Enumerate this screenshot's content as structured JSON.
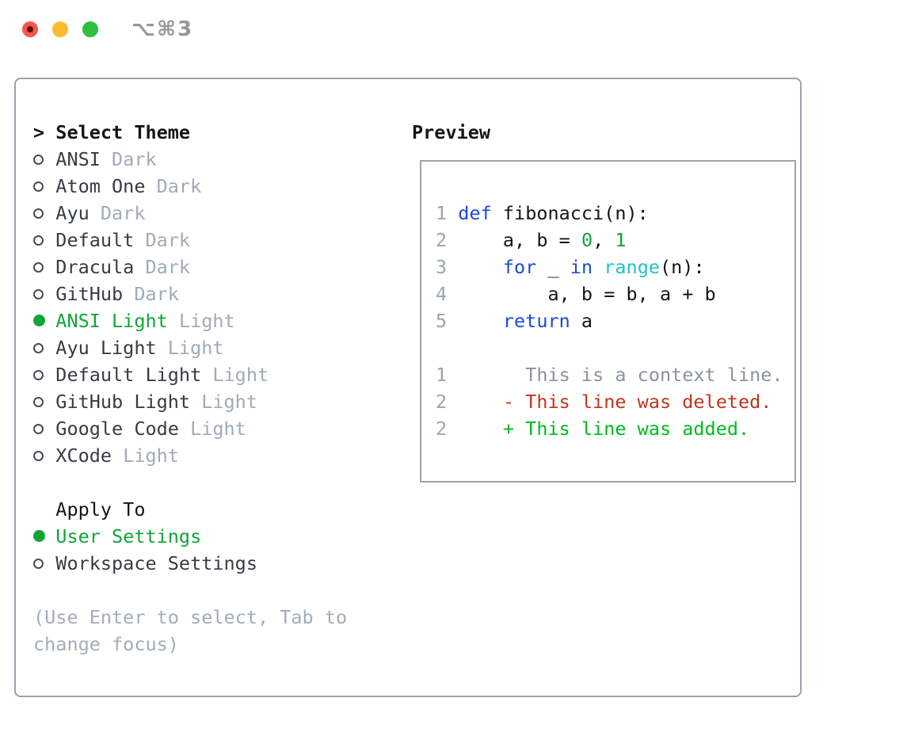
{
  "window": {
    "title": "⌥⌘3"
  },
  "titlebar": {
    "buttons": [
      {
        "name": "close",
        "color": "#f4564b"
      },
      {
        "name": "minimize",
        "color": "#fdbc2f"
      },
      {
        "name": "zoom",
        "color": "#2ebf3e"
      }
    ]
  },
  "theme_panel": {
    "cursor": ">",
    "header": "Select Theme",
    "items": [
      {
        "label": "ANSI",
        "variant": "Dark",
        "selected": false
      },
      {
        "label": "Atom One",
        "variant": "Dark",
        "selected": false
      },
      {
        "label": "Ayu",
        "variant": "Dark",
        "selected": false
      },
      {
        "label": "Default",
        "variant": "Dark",
        "selected": false
      },
      {
        "label": "Dracula",
        "variant": "Dark",
        "selected": false
      },
      {
        "label": "GitHub",
        "variant": "Dark",
        "selected": false
      },
      {
        "label": "ANSI Light",
        "variant": "Light",
        "selected": true
      },
      {
        "label": "Ayu Light",
        "variant": "Light",
        "selected": false
      },
      {
        "label": "Default Light",
        "variant": "Light",
        "selected": false
      },
      {
        "label": "GitHub Light",
        "variant": "Light",
        "selected": false
      },
      {
        "label": "Google Code",
        "variant": "Light",
        "selected": false
      },
      {
        "label": "XCode",
        "variant": "Light",
        "selected": false
      }
    ],
    "apply_header": "Apply To",
    "apply_options": [
      {
        "label": "User Settings",
        "selected": true
      },
      {
        "label": "Workspace Settings",
        "selected": false
      }
    ],
    "help": "(Use Enter to select, Tab to change focus)"
  },
  "preview": {
    "header": "Preview",
    "code_lines": [
      {
        "num": "1",
        "segments": [
          {
            "text": "def",
            "style": "kw"
          },
          {
            "text": " fibonacci(n):",
            "style": "plain"
          }
        ]
      },
      {
        "num": "2",
        "segments": [
          {
            "text": "    a, b = ",
            "style": "plain"
          },
          {
            "text": "0",
            "style": "lit"
          },
          {
            "text": ", ",
            "style": "plain"
          },
          {
            "text": "1",
            "style": "lit"
          }
        ]
      },
      {
        "num": "3",
        "segments": [
          {
            "text": "    ",
            "style": "plain"
          },
          {
            "text": "for",
            "style": "kw"
          },
          {
            "text": " _ ",
            "style": "plain"
          },
          {
            "text": "in",
            "style": "kw"
          },
          {
            "text": " ",
            "style": "plain"
          },
          {
            "text": "range",
            "style": "builtin"
          },
          {
            "text": "(n):",
            "style": "plain"
          }
        ]
      },
      {
        "num": "4",
        "segments": [
          {
            "text": "        a, b = b, a + b",
            "style": "plain"
          }
        ]
      },
      {
        "num": "5",
        "segments": [
          {
            "text": "    ",
            "style": "plain"
          },
          {
            "text": "return",
            "style": "kw"
          },
          {
            "text": " a",
            "style": "plain"
          }
        ]
      }
    ],
    "diff_lines": [
      {
        "num": "1",
        "segments": [
          {
            "text": "      This is a context line.",
            "style": "ctx"
          }
        ]
      },
      {
        "num": "2",
        "segments": [
          {
            "text": "    ",
            "style": "plain"
          },
          {
            "text": "- This line was deleted.",
            "style": "del"
          }
        ]
      },
      {
        "num": "2",
        "segments": [
          {
            "text": "    ",
            "style": "plain"
          },
          {
            "text": "+ This line was added.",
            "style": "add"
          }
        ]
      }
    ]
  },
  "colors": {
    "kw": "#1d49d8",
    "builtin": "#1fc1ce",
    "lit": "#0fa636",
    "sel": "#0fa636",
    "add": "#00bb1e",
    "del": "#c4331c",
    "ctx": "#8a939e",
    "gutter": "#9aa5b2",
    "muted": "#9fabb9",
    "name": "#363c44",
    "strong": "#131619",
    "border": "#9aa3ae",
    "help": "#a2adb8",
    "titlegray": "#95969a",
    "light_red": "#f4564b",
    "light_yellow": "#fdbc2f",
    "light_green": "#2ebf3e"
  }
}
